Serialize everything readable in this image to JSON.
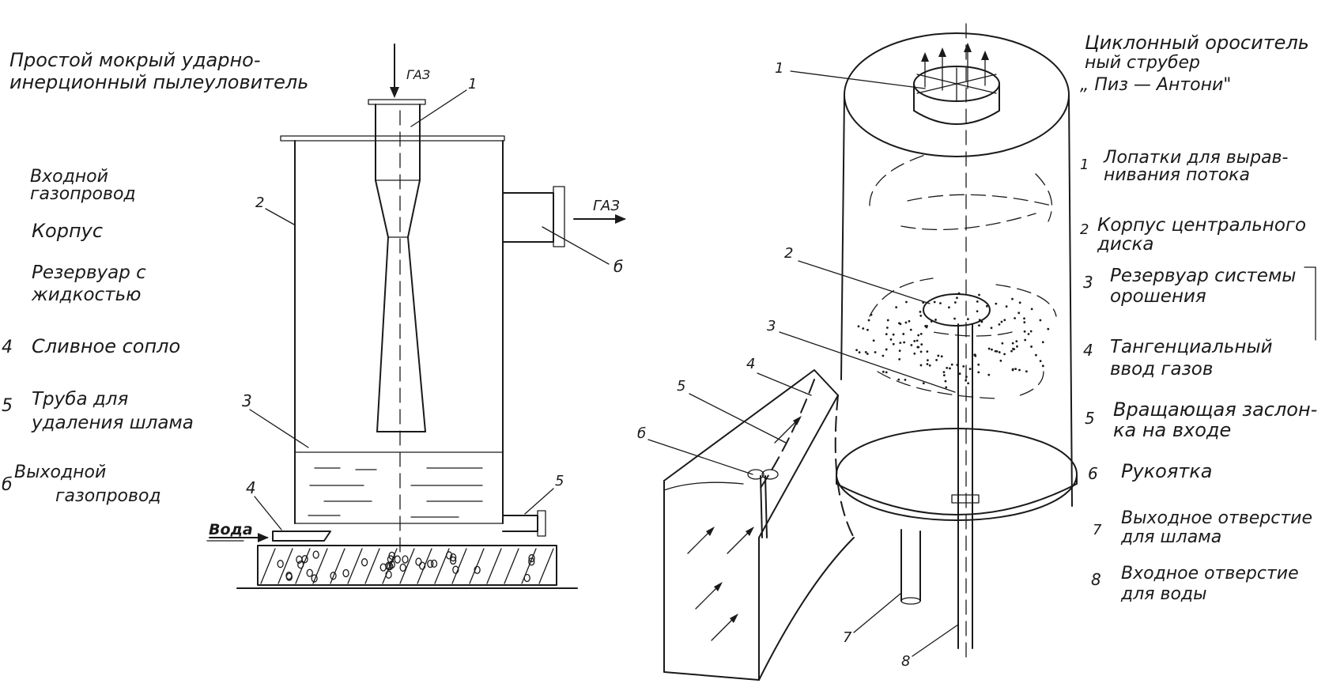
{
  "left": {
    "title_line1": "Простой    мокрый  ударно-",
    "title_line2": "инерционный   пылеуловитель",
    "legend": [
      {
        "num": "",
        "line1": "Входной",
        "line2": "газопровод"
      },
      {
        "num": "",
        "line1": "Корпус",
        "line2": ""
      },
      {
        "num": "",
        "line1": "Резервуар с",
        "line2": "жидкостью"
      },
      {
        "num": "4",
        "line1": "Сливное сопло",
        "line2": ""
      },
      {
        "num": "5",
        "line1": "Труба для",
        "line2": "удаления шлама"
      },
      {
        "num": "б",
        "line1": "Выходной",
        "line2": "газопровод"
      }
    ],
    "labels": {
      "gas_in": "ГАЗ",
      "gas_out": "ГАЗ",
      "water": "Вода",
      "n1": "1",
      "n2": "2",
      "n3": "3",
      "n4": "4",
      "n5": "5",
      "n6": "б"
    }
  },
  "right": {
    "title_line1": "Циклонный  ороситель",
    "title_line2": "ный  струбер",
    "title_line3": "„ Пиз — Антони\"",
    "legend": [
      {
        "num": "1",
        "line1": "Лопатки для вырав-",
        "line2": "нивания потока"
      },
      {
        "num": "2",
        "line1": "Корпус центрального",
        "line2": "диска"
      },
      {
        "num": "3",
        "line1": "Резервуар системы",
        "line2": "орошения"
      },
      {
        "num": "4",
        "line1": "Тангенциальный",
        "line2": "ввод  газов"
      },
      {
        "num": "5",
        "line1": "Вращающая заслон-",
        "line2": "ка  на  входе"
      },
      {
        "num": "6",
        "line1": "Рукоятка",
        "line2": ""
      },
      {
        "num": "7",
        "line1": "Выходное отверстие",
        "line2": "для шлама"
      },
      {
        "num": "8",
        "line1": "Входное отверстие",
        "line2": "для воды"
      }
    ],
    "labels": {
      "n1": "1",
      "n2": "2",
      "n3": "3",
      "n4": "4",
      "n5": "5",
      "n6": "б",
      "n7": "7",
      "n8": "8"
    }
  }
}
